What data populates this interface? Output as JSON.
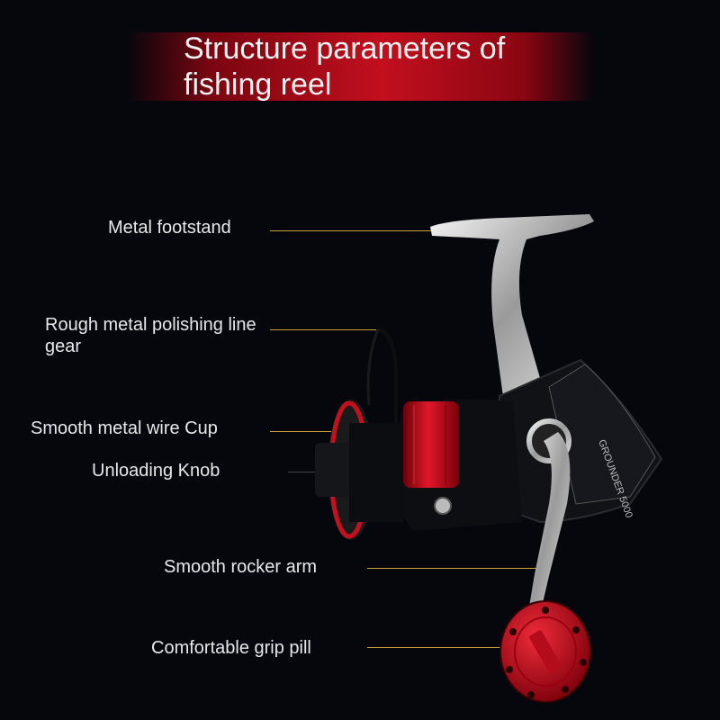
{
  "title": "Structure parameters of fishing reel",
  "labels": {
    "footstand": "Metal footstand",
    "line_gear": "Rough metal polishing line gear",
    "wire_cup": "Smooth metal wire Cup",
    "unloading_knob": "Unloading Knob",
    "rocker_arm": "Smooth rocker arm",
    "grip": "Comfortable grip pill"
  },
  "reel_text": {
    "side_plate": "GROUNDER 5000"
  },
  "colors": {
    "accent_red": "#c30f1e",
    "leader_gold": "#c9a23a",
    "chrome": "#d8d8d8",
    "body_black": "#111216"
  }
}
